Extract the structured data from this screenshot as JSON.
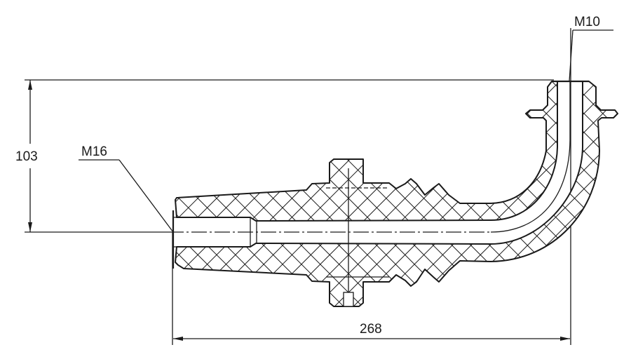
{
  "drawing": {
    "type": "technical-cross-section",
    "subject": "angled spark plug boot / elbow connector section",
    "hatch_pattern": "crosshatch",
    "line_color": "#1a1a1a",
    "background": "#ffffff"
  },
  "dimensions": {
    "height": {
      "value": "103",
      "orientation": "vertical"
    },
    "length": {
      "value": "268",
      "orientation": "horizontal"
    }
  },
  "callouts": {
    "left_thread": {
      "label": "M16"
    },
    "top_thread": {
      "label": "M10"
    }
  }
}
